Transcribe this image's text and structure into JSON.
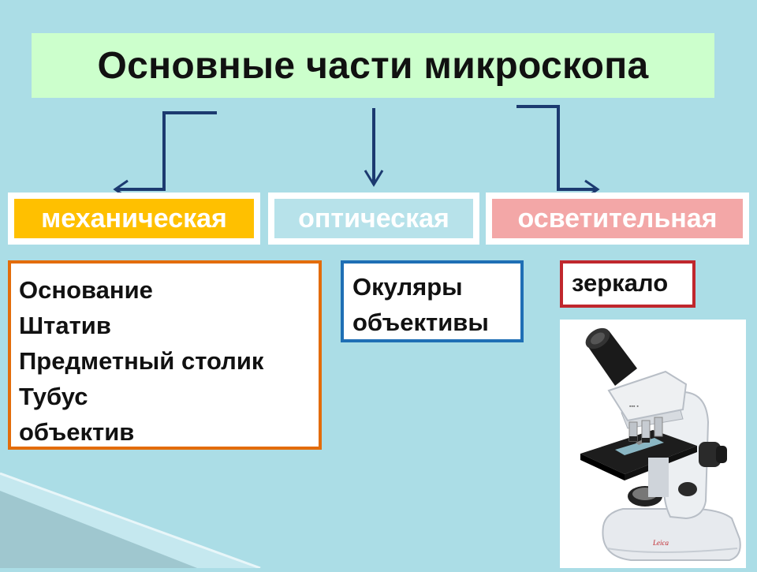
{
  "title": "Основные части микроскопа",
  "categories": {
    "mechanical": "механическая",
    "optical": "оптическая",
    "lighting": "осветительная"
  },
  "mechanical_parts": [
    "Основание",
    "Штатив",
    "Предметный столик",
    "Тубус",
    "объектив"
  ],
  "optical_parts": [
    "Окуляры",
    "объективы"
  ],
  "lighting_parts": [
    "зеркало"
  ],
  "colors": {
    "background": "#abdde6",
    "title_bg": "#ccffcc",
    "mechanical": "#ffc000",
    "optical": "#b7e2ea",
    "lighting": "#f3a7a7",
    "arrow": "#1c3a70"
  },
  "image": "microscope-photo"
}
